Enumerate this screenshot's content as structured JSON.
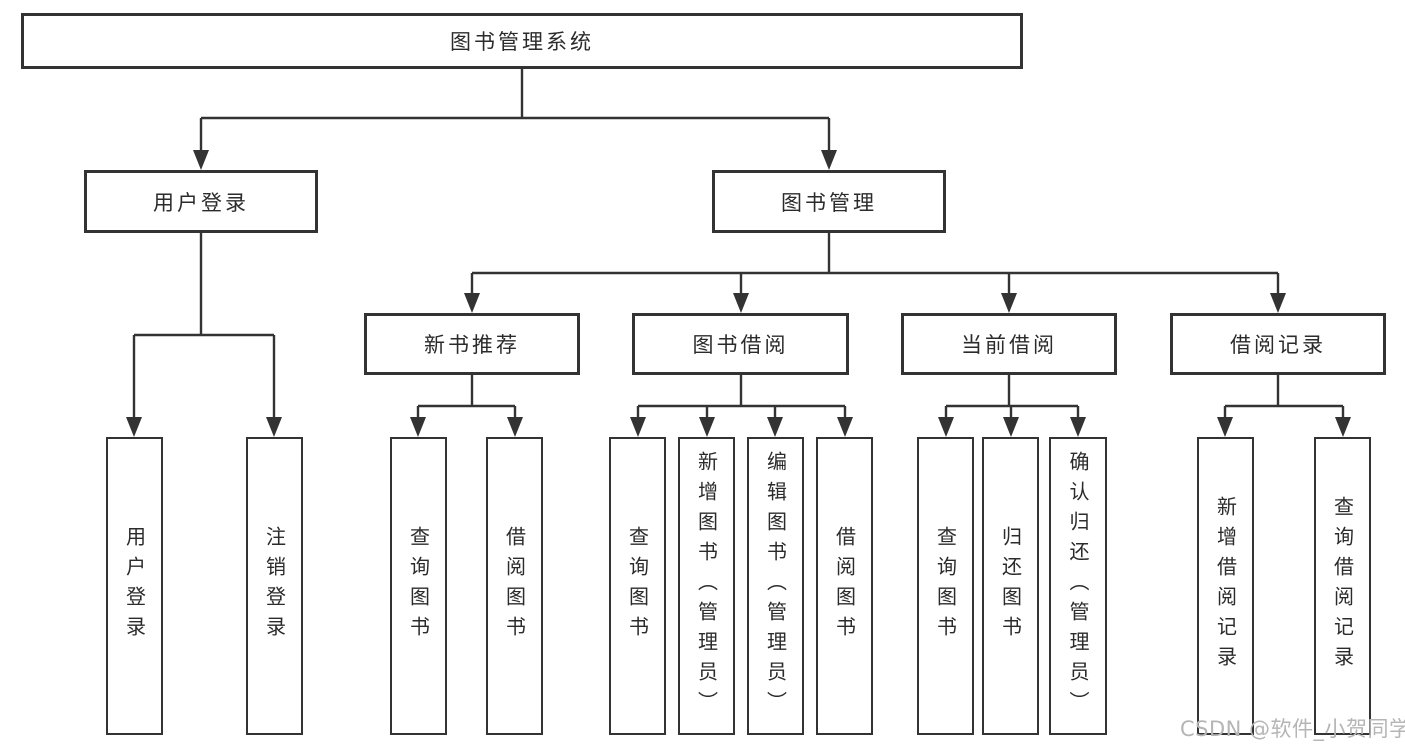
{
  "diagram": {
    "root": {
      "label": "图书管理系统"
    },
    "level2": [
      {
        "label": "用户登录"
      },
      {
        "label": "图书管理"
      }
    ],
    "level3": [
      {
        "label": "新书推荐"
      },
      {
        "label": "图书借阅"
      },
      {
        "label": "当前借阅"
      },
      {
        "label": "借阅记录"
      }
    ],
    "leaves": [
      {
        "label": "用户登录"
      },
      {
        "label": "注销登录"
      },
      {
        "label": "查询图书"
      },
      {
        "label": "借阅图书"
      },
      {
        "label": "查询图书"
      },
      {
        "label": "新增图书（管理员）"
      },
      {
        "label": "编辑图书（管理员）"
      },
      {
        "label": "借阅图书"
      },
      {
        "label": "查询图书"
      },
      {
        "label": "归还图书"
      },
      {
        "label": "确认归还（管理员）"
      },
      {
        "label": "新增借阅记录"
      },
      {
        "label": "查询借阅记录"
      }
    ]
  },
  "watermark": {
    "text": "CSDN @软件_小贺同学"
  },
  "colors": {
    "line": "#333333",
    "box_border": "#333333",
    "text": "#2b2b2b",
    "watermark": "#b5b5b5",
    "background": "#ffffff"
  }
}
